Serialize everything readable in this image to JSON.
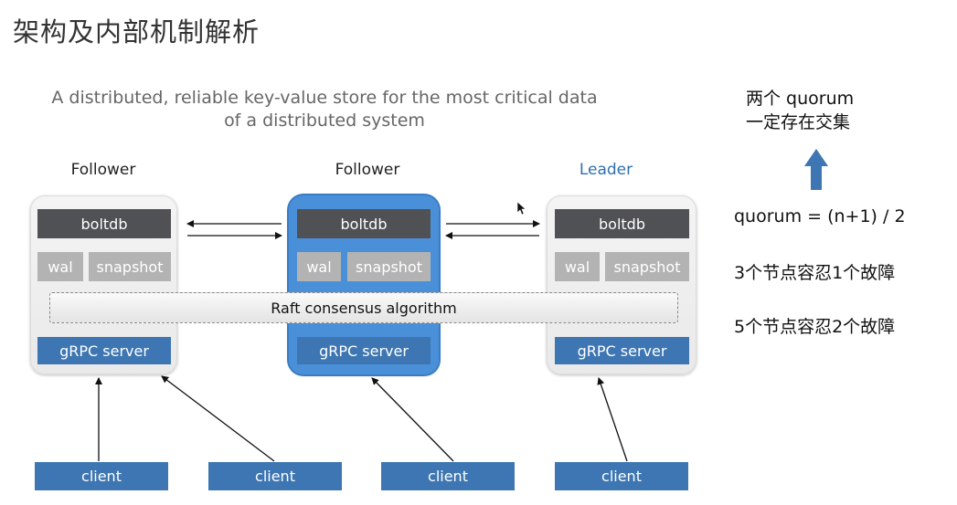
{
  "page_title": "架构及内部机制解析",
  "subtitle": {
    "line1": "A distributed, reliable key-value store for the most critical data",
    "line2": "of a distributed system"
  },
  "nodes": [
    {
      "role": "Follower",
      "boltdb": "boltdb",
      "wal": "wal",
      "snapshot": "snapshot",
      "grpc": "gRPC server"
    },
    {
      "role": "Follower",
      "boltdb": "boltdb",
      "wal": "wal",
      "snapshot": "snapshot",
      "grpc": "gRPC server"
    },
    {
      "role": "Leader",
      "boltdb": "boltdb",
      "wal": "wal",
      "snapshot": "snapshot",
      "grpc": "gRPC server"
    }
  ],
  "raft": "Raft consensus algorithm",
  "clients": [
    "client",
    "client",
    "client",
    "client"
  ],
  "notes": {
    "quorum_intersect": "两个 quorum\n一定存在交集",
    "formula": "quorum = (n+1) / 2",
    "tolerance_3": "3个节点容忍1个故障",
    "tolerance_5": "5个节点容忍2个故障"
  },
  "colors": {
    "accent": "#3d76b2",
    "selected_node": "#4a90d9",
    "boltdb": "#505154",
    "leader_text": "#2f6fb0",
    "up_arrow": "#3d76b2"
  }
}
